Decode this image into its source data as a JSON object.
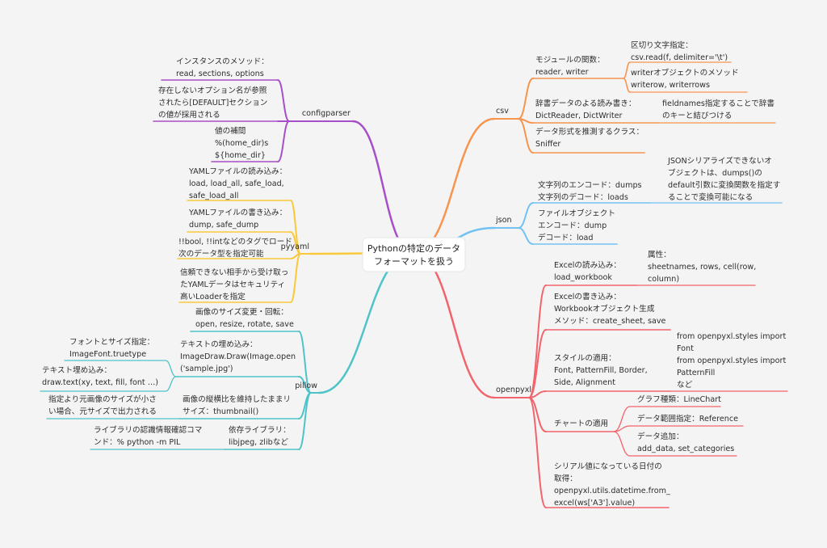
{
  "root": {
    "lines": [
      "Pythonの特定のデータ",
      "フォーマットを扱う"
    ]
  },
  "colors": {
    "csv": "#f7944e",
    "json": "#73c1f3",
    "openpyxl": "#f2646c",
    "configparser": "#a64fc8",
    "pyyaml": "#f9c93b",
    "pillow": "#4ec3c9"
  },
  "branches": {
    "csv": {
      "label": "csv",
      "nodes": [
        {
          "lines": [
            "モジュールの関数：",
            "reader, writer"
          ]
        },
        {
          "lines": [
            "区切り文字指定：",
            "csv.read(f, delimiter='\\t')"
          ]
        },
        {
          "lines": [
            "writerオブジェクトのメソッド",
            "writerow, writerrows"
          ]
        },
        {
          "lines": [
            "辞書データのよる読み書き：",
            "DictReader, DictWriter"
          ]
        },
        {
          "lines": [
            "fieldnames指定することで辞書",
            "のキーと結びつける"
          ]
        },
        {
          "lines": [
            "データ形式を推測するクラス：",
            "Sniffer"
          ]
        }
      ]
    },
    "json": {
      "label": "json",
      "nodes": [
        {
          "lines": [
            "文字列のエンコード：dumps",
            "文字列のデコード：loads"
          ]
        },
        {
          "lines": [
            "JSONシリアライズできないオ",
            "ブジェクトは、dumps()の",
            "default引数に変換関数を指定す",
            "ることで変換可能になる"
          ]
        },
        {
          "lines": [
            "ファイルオブジェクト",
            "エンコード：dump",
            "デコード：load"
          ]
        }
      ]
    },
    "openpyxl": {
      "label": "openpyxl",
      "nodes": [
        {
          "lines": [
            "Excelの読み込み：",
            "load_workbook"
          ]
        },
        {
          "lines": [
            "属性：",
            "sheetnames, rows, cell(row,",
            "column)"
          ]
        },
        {
          "lines": [
            "Excelの書き込み：",
            "Workbookオブジェクト生成",
            "メソッド：create_sheet, save"
          ]
        },
        {
          "lines": [
            "スタイルの適用：",
            "Font, PatternFill, Border,",
            "Side, Alignment"
          ]
        },
        {
          "lines": [
            "from openpyxl.styles import",
            "Font",
            "from openpyxl.styles import",
            "PatternFill",
            "など"
          ]
        },
        {
          "lines": [
            "チャートの適用"
          ]
        },
        {
          "lines": [
            "グラフ種類：LineChart"
          ]
        },
        {
          "lines": [
            "データ範囲指定：Reference"
          ]
        },
        {
          "lines": [
            "データ追加：",
            "add_data, set_categories"
          ]
        },
        {
          "lines": [
            "シリアル値になっている日付の",
            "取得：",
            "openpyxl.utils.datetime.from_",
            "excel(ws['A3'].value)"
          ]
        }
      ]
    },
    "configparser": {
      "label": "configparser",
      "nodes": [
        {
          "lines": [
            "インスタンスのメソッド：",
            "read, sections, options"
          ]
        },
        {
          "lines": [
            "存在しないオプション名が参照",
            "されたら[DEFAULT]セクション",
            "の値が採用される"
          ]
        },
        {
          "lines": [
            "値の補間",
            "%(home_dir)s",
            "${home_dir}"
          ]
        }
      ]
    },
    "pyyaml": {
      "label": "pyyaml",
      "nodes": [
        {
          "lines": [
            "YAMLファイルの読み込み：",
            "load, load_all, safe_load,",
            "safe_load_all"
          ]
        },
        {
          "lines": [
            "YAMLファイルの書き込み：",
            "dump, safe_dump"
          ]
        },
        {
          "lines": [
            "!!bool, !!intなどのタグでロード",
            "次のデータ型を指定可能"
          ]
        },
        {
          "lines": [
            "信頼できない相手から受け取っ",
            "たYAMLデータはセキュリティ",
            "高いLoaderを指定"
          ]
        }
      ]
    },
    "pillow": {
      "label": "pillow",
      "nodes": [
        {
          "lines": [
            "画像のサイズ変更・回転：",
            "open, resize, rotate, save"
          ]
        },
        {
          "lines": [
            "テキストの埋め込み：",
            "ImageDraw.Draw(Image.open",
            "('sample.jpg')"
          ]
        },
        {
          "lines": [
            "フォントとサイズ指定：",
            "ImageFont.truetype"
          ]
        },
        {
          "lines": [
            "テキスト埋め込み：",
            "draw.text(xy, text, fill, font …)"
          ]
        },
        {
          "lines": [
            "画像の縦横比を維持したままリ",
            "サイズ：thumbnail()"
          ]
        },
        {
          "lines": [
            "指定より元画像のサイズが小さ",
            "い場合、元サイズで出力される"
          ]
        },
        {
          "lines": [
            "依存ライブラリ：",
            "libjpeg, zlibなど"
          ]
        },
        {
          "lines": [
            "ライブラリの認識情報確認コマ",
            "ンド：% python -m PIL"
          ]
        }
      ]
    }
  }
}
